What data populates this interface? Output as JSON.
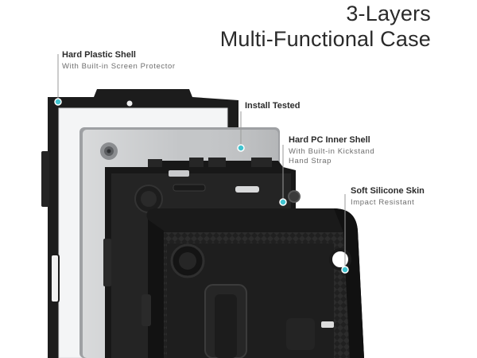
{
  "title": {
    "line1": "3-Layers",
    "line2": "Multi-Functional Case"
  },
  "callouts": {
    "hard_plastic_shell": {
      "title": "Hard Plastic Shell",
      "subtitle": "With Built-in Screen Protector"
    },
    "install_tested": {
      "title": "Install Tested"
    },
    "hard_pc_inner_shell": {
      "title": "Hard PC Inner Shell",
      "subtitle_line1": "With Built-in Kickstand",
      "subtitle_line2": "Hand Strap"
    },
    "soft_silicone_skin": {
      "title": "Soft Silicone Skin",
      "subtitle": "Impact Resistant"
    }
  },
  "colors": {
    "accent_dot": "#40c4d0",
    "leader_line": "#9a9a9a",
    "case_black": "#1b1b1b",
    "tablet_gray": "#b9bbbd"
  }
}
